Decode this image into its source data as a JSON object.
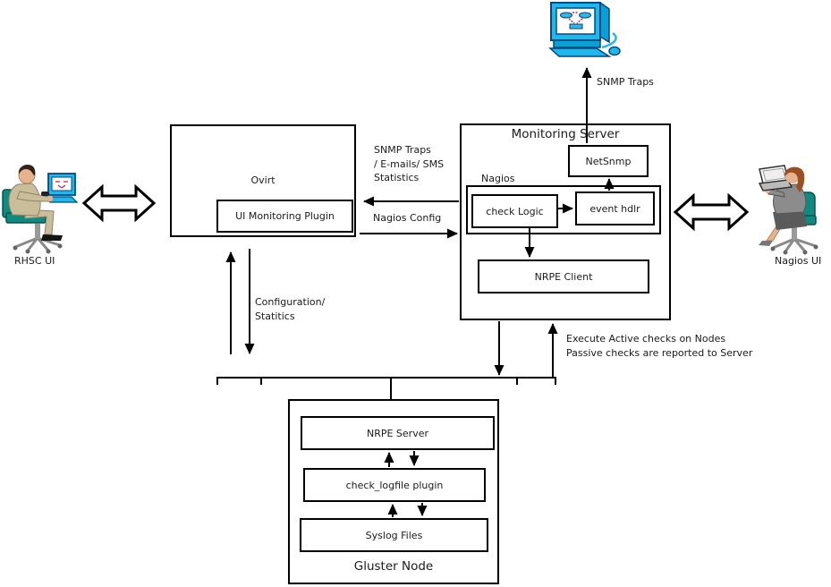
{
  "top_computer": {
    "label": "SNMP Traps"
  },
  "monitoring_server": {
    "title": "Monitoring Server",
    "netsnmp": "NetSnmp",
    "nagios_label": "Nagios",
    "check_logic": "check Logic",
    "event_hdlr": "event hdlr",
    "nrpe_client": "NRPE Client"
  },
  "ovirt": {
    "title": "Ovirt",
    "ui_monitoring_plugin": "UI Monitoring Plugin"
  },
  "users": {
    "left_label": "RHSC UI",
    "right_label": "Nagios UI"
  },
  "flows": {
    "snmp_stats_lines": [
      "SNMP Traps",
      "/ E-mails/ SMS",
      "Statistics"
    ],
    "nagios_config": "Nagios Config",
    "config_stats_lines": [
      "Configuration/",
      "Statitics"
    ],
    "execute_lines": [
      "Execute Active checks on Nodes",
      "Passive checks are reported to Server"
    ]
  },
  "gluster_node": {
    "title": "Gluster Node",
    "nrpe_server": "NRPE Server",
    "check_logfile": "check_logfile plugin",
    "syslog": "Syslog Files"
  },
  "icons": {
    "snmp_workstation": "network-workstation-icon",
    "left_user": "seated-user-with-computer-icon",
    "right_user": "seated-user-with-laptop-icon"
  },
  "colors": {
    "line": "#000000",
    "text": "#1a1a1a",
    "computer_cyan": "#1cb8ee",
    "computer_outline": "#004a7f",
    "chair_teal": "#0f8a80",
    "suit_tan": "#c9bd9a",
    "hair_brown": "#33221a",
    "hair_auburn": "#9c4f26",
    "outfit_gray": "#8c8c8c",
    "screen_red": "#cc2244"
  }
}
